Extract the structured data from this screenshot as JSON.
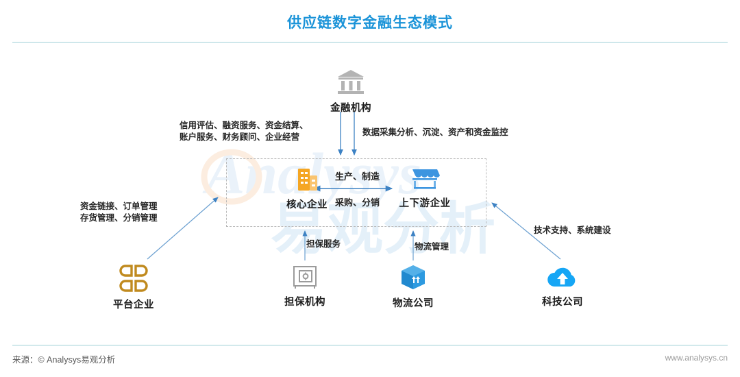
{
  "header": {
    "title": "供应链数字金融生态模式",
    "accent_color": "#1a93d8",
    "rule_color": "#9ccfd6"
  },
  "footer": {
    "source": "来源：© Analysys易观分析",
    "website": "www.analysys.cn"
  },
  "watermark": {
    "latin": "Analysys",
    "chinese": "易观分析"
  },
  "nodes": {
    "finance": {
      "label": "金融机构",
      "icon": "bank-icon",
      "color": "#b3b3b3"
    },
    "core": {
      "label": "核心企业",
      "icon": "office-building-icon",
      "color": "#f5a623"
    },
    "updown": {
      "label": "上下游企业",
      "icon": "storefront-icon",
      "color": "#3d95e0"
    },
    "platform": {
      "label": "平台企业",
      "icon": "four-petal-grid-icon",
      "color": "#c08a1e"
    },
    "guarantee": {
      "label": "担保机构",
      "icon": "safe-vault-icon",
      "color": "#9b9b9b"
    },
    "logistics": {
      "label": "物流公司",
      "icon": "parcel-box-icon",
      "color": "#2d9ae0"
    },
    "tech": {
      "label": "科技公司",
      "icon": "cloud-upload-icon",
      "color": "#16a6f5"
    }
  },
  "flows": {
    "credit_services": "信用评估、融资服务、资金结算、\n账户服务、财务顾问、企业经营",
    "credit_services_line1": "信用评估、融资服务、资金结算、",
    "credit_services_line2": "账户服务、财务顾问、企业经营",
    "data_monitoring": "数据采集分析、沉淀、资产和资金监控",
    "capital_chain_line1": "资金链接、订单管理",
    "capital_chain_line2": "存货管理、分销管理",
    "tech_support": "技术支持、系统建设",
    "guarantee_service": "担保服务",
    "logistics_management": "物流管理",
    "production": "生产、制造",
    "purchase": "采购、分销"
  },
  "colors": {
    "arrow": "#3d82c4",
    "dashed_border": "#b9b9b9",
    "text": "#262626"
  }
}
